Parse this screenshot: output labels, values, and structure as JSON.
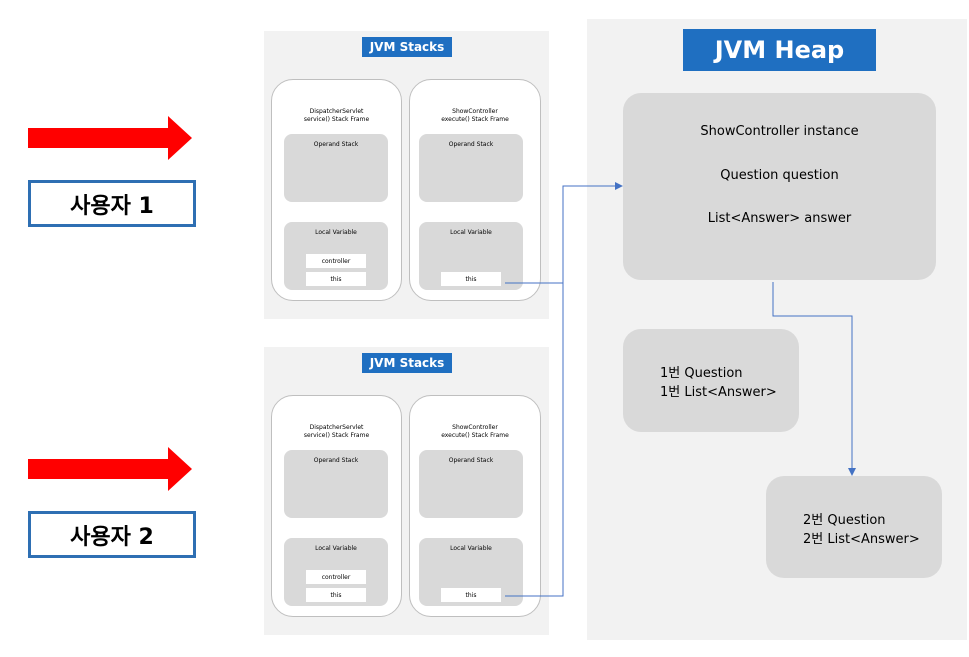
{
  "users": [
    {
      "label": "사용자 1"
    },
    {
      "label": "사용자 2"
    }
  ],
  "stacks": [
    {
      "title": "JVM Stacks",
      "frames": [
        {
          "title_line1": "DispatcherServlet",
          "title_line2": "service() Stack Frame",
          "operand_label": "Operand Stack",
          "local_label": "Local Variable",
          "vars": [
            "controller",
            "this"
          ]
        },
        {
          "title_line1": "ShowController",
          "title_line2": "execute() Stack Frame",
          "operand_label": "Operand Stack",
          "local_label": "Local Variable",
          "vars": [
            "this"
          ]
        }
      ]
    },
    {
      "title": "JVM Stacks",
      "frames": [
        {
          "title_line1": "DispatcherServlet",
          "title_line2": "service() Stack Frame",
          "operand_label": "Operand Stack",
          "local_label": "Local Variable",
          "vars": [
            "controller",
            "this"
          ]
        },
        {
          "title_line1": "ShowController",
          "title_line2": "execute() Stack Frame",
          "operand_label": "Operand Stack",
          "local_label": "Local Variable",
          "vars": [
            "this"
          ]
        }
      ]
    }
  ],
  "heap": {
    "title": "JVM Heap",
    "instance": {
      "line1": "ShowController instance",
      "line2": "Question question",
      "line3": "List<Answer> answer"
    },
    "obj1": {
      "line1": "1번 Question",
      "line2": "1번 List<Answer>"
    },
    "obj2": {
      "line1": "2번 Question",
      "line2": "2번 List<Answer>"
    }
  },
  "colors": {
    "arrow": "#ff0000",
    "accent_blue": "#1f6fc1",
    "user_border": "#2e6fb3",
    "panel_bg": "#f2f2f2",
    "box_bg": "#d9d9d9",
    "connector": "#4472c4"
  }
}
